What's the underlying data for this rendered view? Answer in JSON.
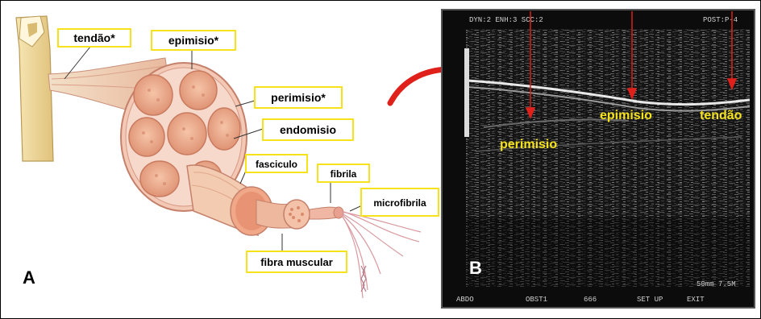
{
  "panel_a": {
    "letter": "A",
    "labels": {
      "tendon": "tendão*",
      "epimysium": "epimisio*",
      "perimysium": "perimisio*",
      "endomysium": "endomisio",
      "fascicle": "fasciculo",
      "fibril": "fibrila",
      "microfibril": "microfibrila",
      "muscle_fiber": "fibra muscular"
    },
    "colors": {
      "label_border": "#f5e21a",
      "muscle": "#e9a98a",
      "bone": "#f2dc9c"
    }
  },
  "panel_b": {
    "letter": "B",
    "labels": {
      "perimysium": "perimisio",
      "epimysium": "epimisio",
      "tendon": "tendão"
    },
    "header": {
      "left": "DYN:2  ENH:3  SCC:2",
      "right": "POST:P-4"
    },
    "scale_text": "50mm 7.5M",
    "menu": [
      "ABDO",
      "OBST1",
      "666",
      "SET UP",
      "EXIT"
    ],
    "colors": {
      "label_text": "#f5e21a",
      "arrow": "#e0201a",
      "background": "#0c0c0c"
    }
  }
}
